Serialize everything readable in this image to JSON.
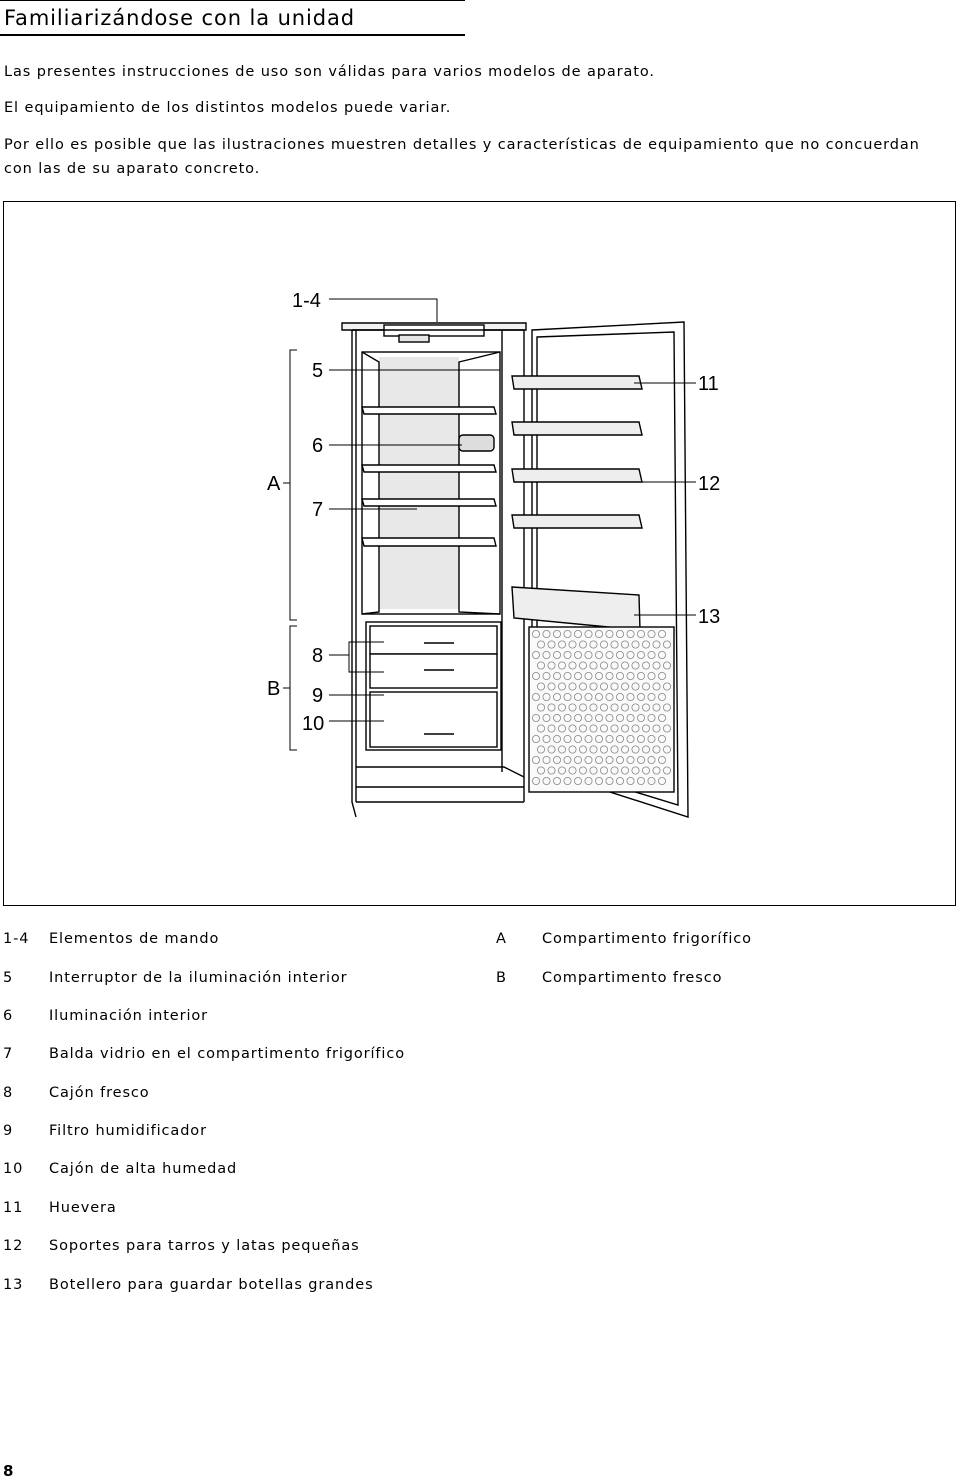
{
  "header": {
    "title": "Familiarizándose con la unidad"
  },
  "intro": {
    "p1": "Las presentes instrucciones de uso son válidas para varios modelos de aparato.",
    "p2": "El equipamiento de los distintos modelos puede variar.",
    "p3_line1": "Por ello es posible que las ilustraciones muestren detalles y características de equipamiento que no concuerdan",
    "p3_line2": "con las de su aparato concreto."
  },
  "figure": {
    "callouts": {
      "c1_4": "1-4",
      "c5": "5",
      "c6": "6",
      "c7": "7",
      "c8": "8",
      "c9": "9",
      "c10": "10",
      "c11": "11",
      "c12": "12",
      "c13": "13",
      "cA": "A",
      "cB": "B"
    }
  },
  "legend": {
    "left": [
      {
        "key": "1-4",
        "text": "Elementos de mando"
      },
      {
        "key": "5",
        "text": "Interruptor de la iluminación interior"
      },
      {
        "key": "6",
        "text": "Iluminación interior"
      },
      {
        "key": "7",
        "text": "Balda vidrio en el compartimento frigorífico"
      },
      {
        "key": "8",
        "text": "Cajón fresco"
      },
      {
        "key": "9",
        "text": "Filtro humidificador"
      },
      {
        "key": "10",
        "text": "Cajón de alta humedad"
      },
      {
        "key": "11",
        "text": "Huevera"
      },
      {
        "key": "12",
        "text": "Soportes para tarros y latas pequeñas"
      },
      {
        "key": "13",
        "text": "Botellero para guardar botellas grandes"
      }
    ],
    "right": [
      {
        "key": "A",
        "text": "Compartimento frigorífico"
      },
      {
        "key": "B",
        "text": "Compartimento fresco"
      }
    ]
  },
  "footer": {
    "page_number": "8"
  }
}
